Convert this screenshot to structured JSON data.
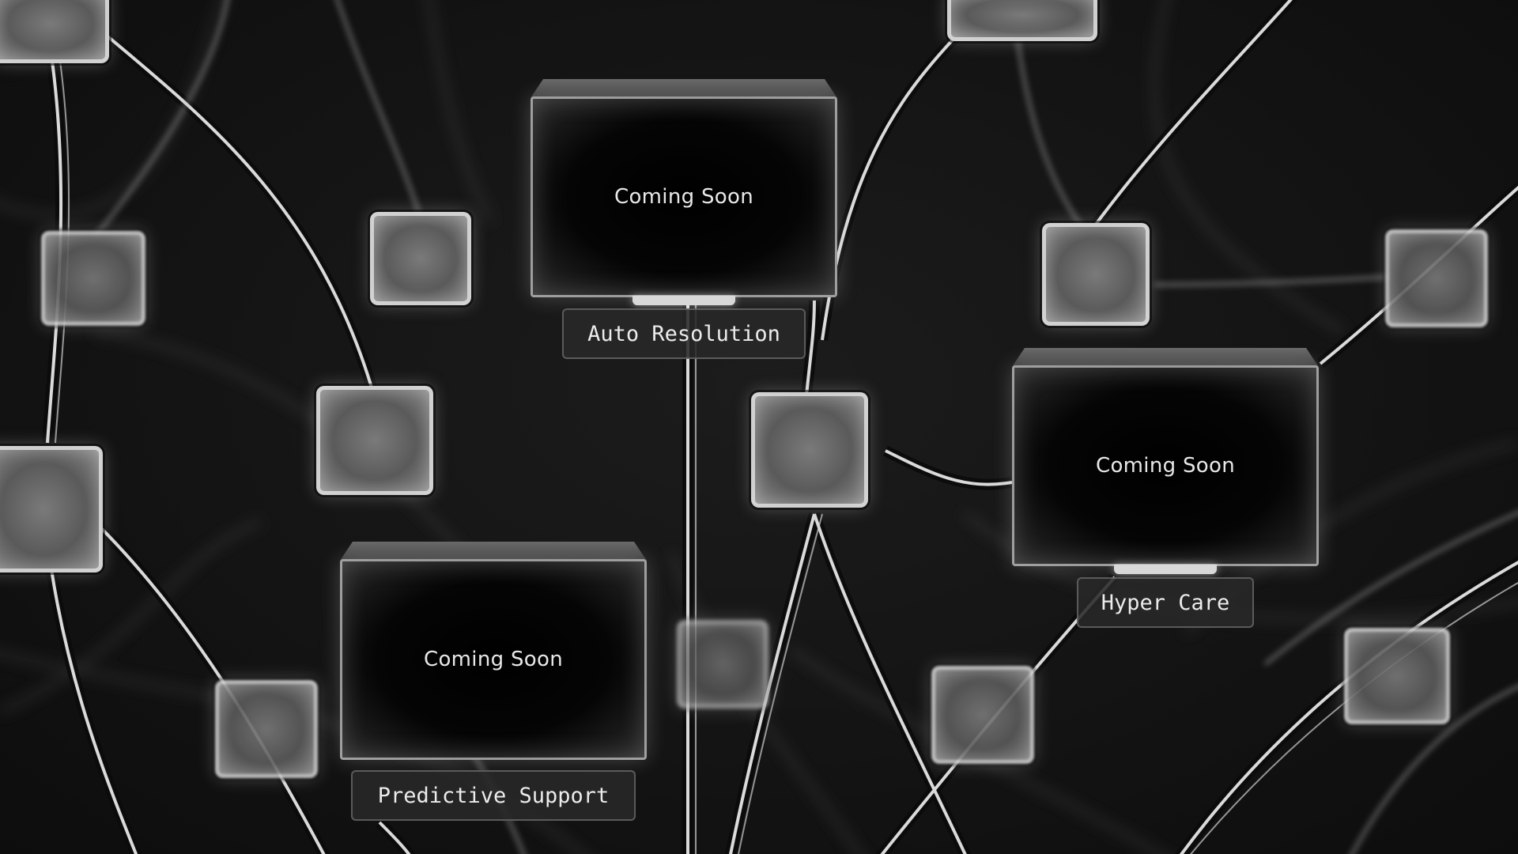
{
  "cards": {
    "auto_resolution": {
      "status": "Coming Soon",
      "label": "Auto Resolution"
    },
    "hyper_care": {
      "status": "Coming Soon",
      "label": "Hyper Care"
    },
    "predictive_support": {
      "status": "Coming Soon",
      "label": "Predictive Support"
    }
  },
  "colors": {
    "background": "#141414",
    "wire": "#e6e6e6",
    "card_face": "#000000",
    "text": "#e8e8e8"
  }
}
